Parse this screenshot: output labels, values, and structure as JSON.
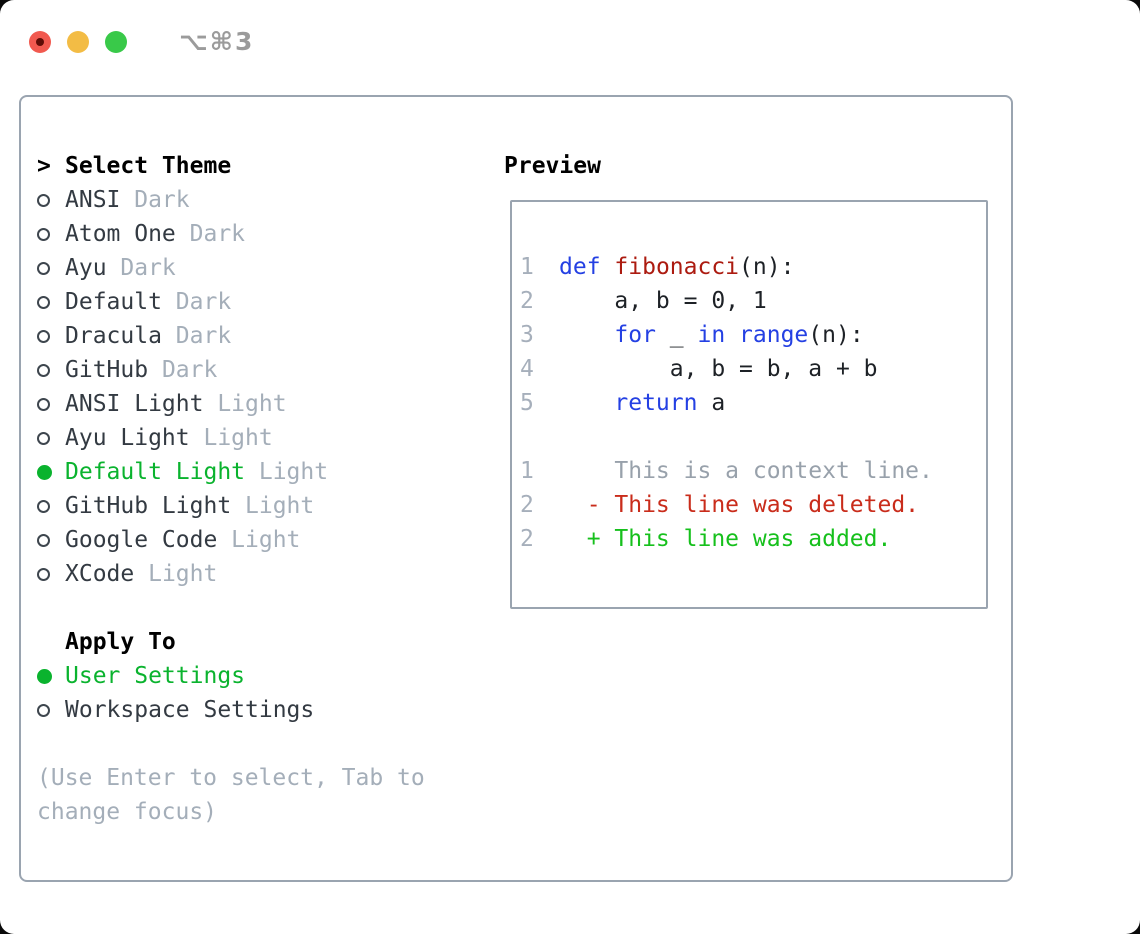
{
  "window": {
    "title_shortcut": "⌥⌘3",
    "traffic_lights": {
      "close": "#f1594f",
      "minimize": "#f3bc45",
      "zoom": "#39c949"
    }
  },
  "theme_picker": {
    "prompt": ">",
    "header": "Select Theme",
    "items": [
      {
        "name": "ANSI",
        "variant": "Dark",
        "selected": false
      },
      {
        "name": "Atom One",
        "variant": "Dark",
        "selected": false
      },
      {
        "name": "Ayu",
        "variant": "Dark",
        "selected": false
      },
      {
        "name": "Default",
        "variant": "Dark",
        "selected": false
      },
      {
        "name": "Dracula",
        "variant": "Dark",
        "selected": false
      },
      {
        "name": "GitHub",
        "variant": "Dark",
        "selected": false
      },
      {
        "name": "ANSI Light",
        "variant": "Light",
        "selected": false
      },
      {
        "name": "Ayu Light",
        "variant": "Light",
        "selected": false
      },
      {
        "name": "Default Light",
        "variant": "Light",
        "selected": true
      },
      {
        "name": "GitHub Light",
        "variant": "Light",
        "selected": false
      },
      {
        "name": "Google Code",
        "variant": "Light",
        "selected": false
      },
      {
        "name": "XCode",
        "variant": "Light",
        "selected": false
      }
    ]
  },
  "apply_to": {
    "header": "Apply To",
    "options": [
      {
        "label": "User Settings",
        "selected": true
      },
      {
        "label": "Workspace Settings",
        "selected": false
      }
    ]
  },
  "hint": "(Use Enter to select, Tab to change focus)",
  "preview": {
    "header": "Preview",
    "blocks": [
      {
        "lines": [
          {
            "num": "1",
            "tokens": [
              {
                "t": "def",
                "c": "kw"
              },
              {
                "t": " ",
                "c": "plain"
              },
              {
                "t": "fibonacci",
                "c": "fn"
              },
              {
                "t": "(n):",
                "c": "plain"
              }
            ]
          },
          {
            "num": "2",
            "tokens": [
              {
                "t": "    a, b = 0, 1",
                "c": "plain"
              }
            ]
          },
          {
            "num": "3",
            "tokens": [
              {
                "t": "    ",
                "c": "plain"
              },
              {
                "t": "for",
                "c": "kw"
              },
              {
                "t": " _ ",
                "c": "plain"
              },
              {
                "t": "in",
                "c": "kw"
              },
              {
                "t": " ",
                "c": "plain"
              },
              {
                "t": "range",
                "c": "kw"
              },
              {
                "t": "(n):",
                "c": "plain"
              }
            ]
          },
          {
            "num": "4",
            "tokens": [
              {
                "t": "        a, b = b, a + b",
                "c": "plain"
              }
            ]
          },
          {
            "num": "5",
            "tokens": [
              {
                "t": "    ",
                "c": "plain"
              },
              {
                "t": "return",
                "c": "kw"
              },
              {
                "t": " a",
                "c": "plain"
              }
            ]
          }
        ]
      },
      {
        "lines": [
          {
            "num": "1",
            "tokens": [
              {
                "t": "    This is a context line.",
                "c": "ctx"
              }
            ]
          },
          {
            "num": "2",
            "tokens": [
              {
                "t": "  - This line was deleted.",
                "c": "del"
              }
            ]
          },
          {
            "num": "2",
            "tokens": [
              {
                "t": "  + This line was added.",
                "c": "add"
              }
            ]
          }
        ]
      }
    ]
  },
  "colors": {
    "selected_green": "#0ab32e",
    "added_green": "#16c01c",
    "deleted_red": "#c92c1b",
    "keyword_blue": "#2440e3",
    "function_red": "#ac1b10",
    "muted_gray": "#a4aeb9",
    "panel_border": "#9aa4b0"
  }
}
